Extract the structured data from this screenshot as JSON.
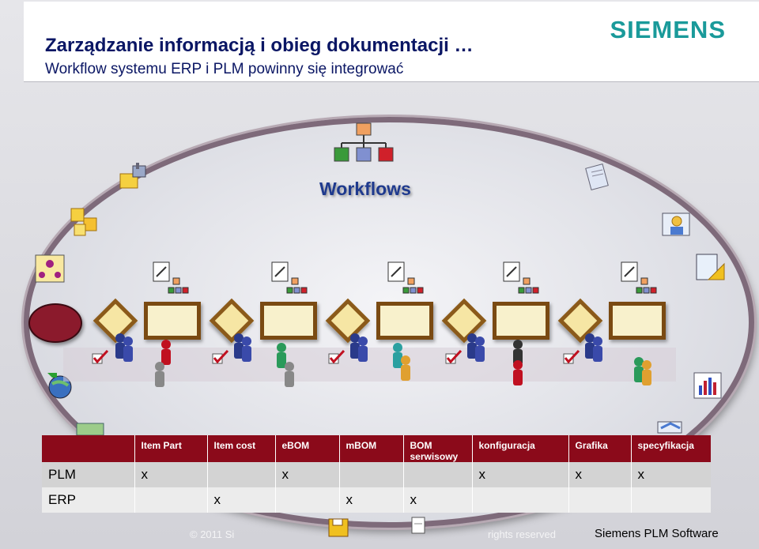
{
  "header": {
    "title": "Zarządzanie informacją i obieg dokumentacji …",
    "subtitle": "Workflow systemu ERP i PLM powinny się integrować",
    "logo": "SIEMENS"
  },
  "diagram": {
    "center_label": "Workflows"
  },
  "table": {
    "columns": [
      "",
      "Item Part",
      "Item cost",
      "eBOM",
      "mBOM",
      "BOM serwisowy",
      "konfiguracja",
      "Grafika",
      "specyfikacja"
    ],
    "rows": [
      {
        "label": "PLM",
        "cells": [
          "x",
          "",
          "x",
          "",
          "",
          "x",
          "x",
          "x"
        ]
      },
      {
        "label": "ERP",
        "cells": [
          "",
          "x",
          "",
          "x",
          "x",
          "",
          "",
          ""
        ]
      }
    ]
  },
  "footer": {
    "copyright": "© 2011 Si",
    "rights": "rights reserved",
    "brand": "Siemens PLM Software"
  },
  "colors": {
    "title": "#0a1664",
    "logo": "#1a9a9a",
    "table_header": "#8b0a1a",
    "ellipse_border": "#7e6a7a",
    "start_node": "#8b1a2c"
  }
}
